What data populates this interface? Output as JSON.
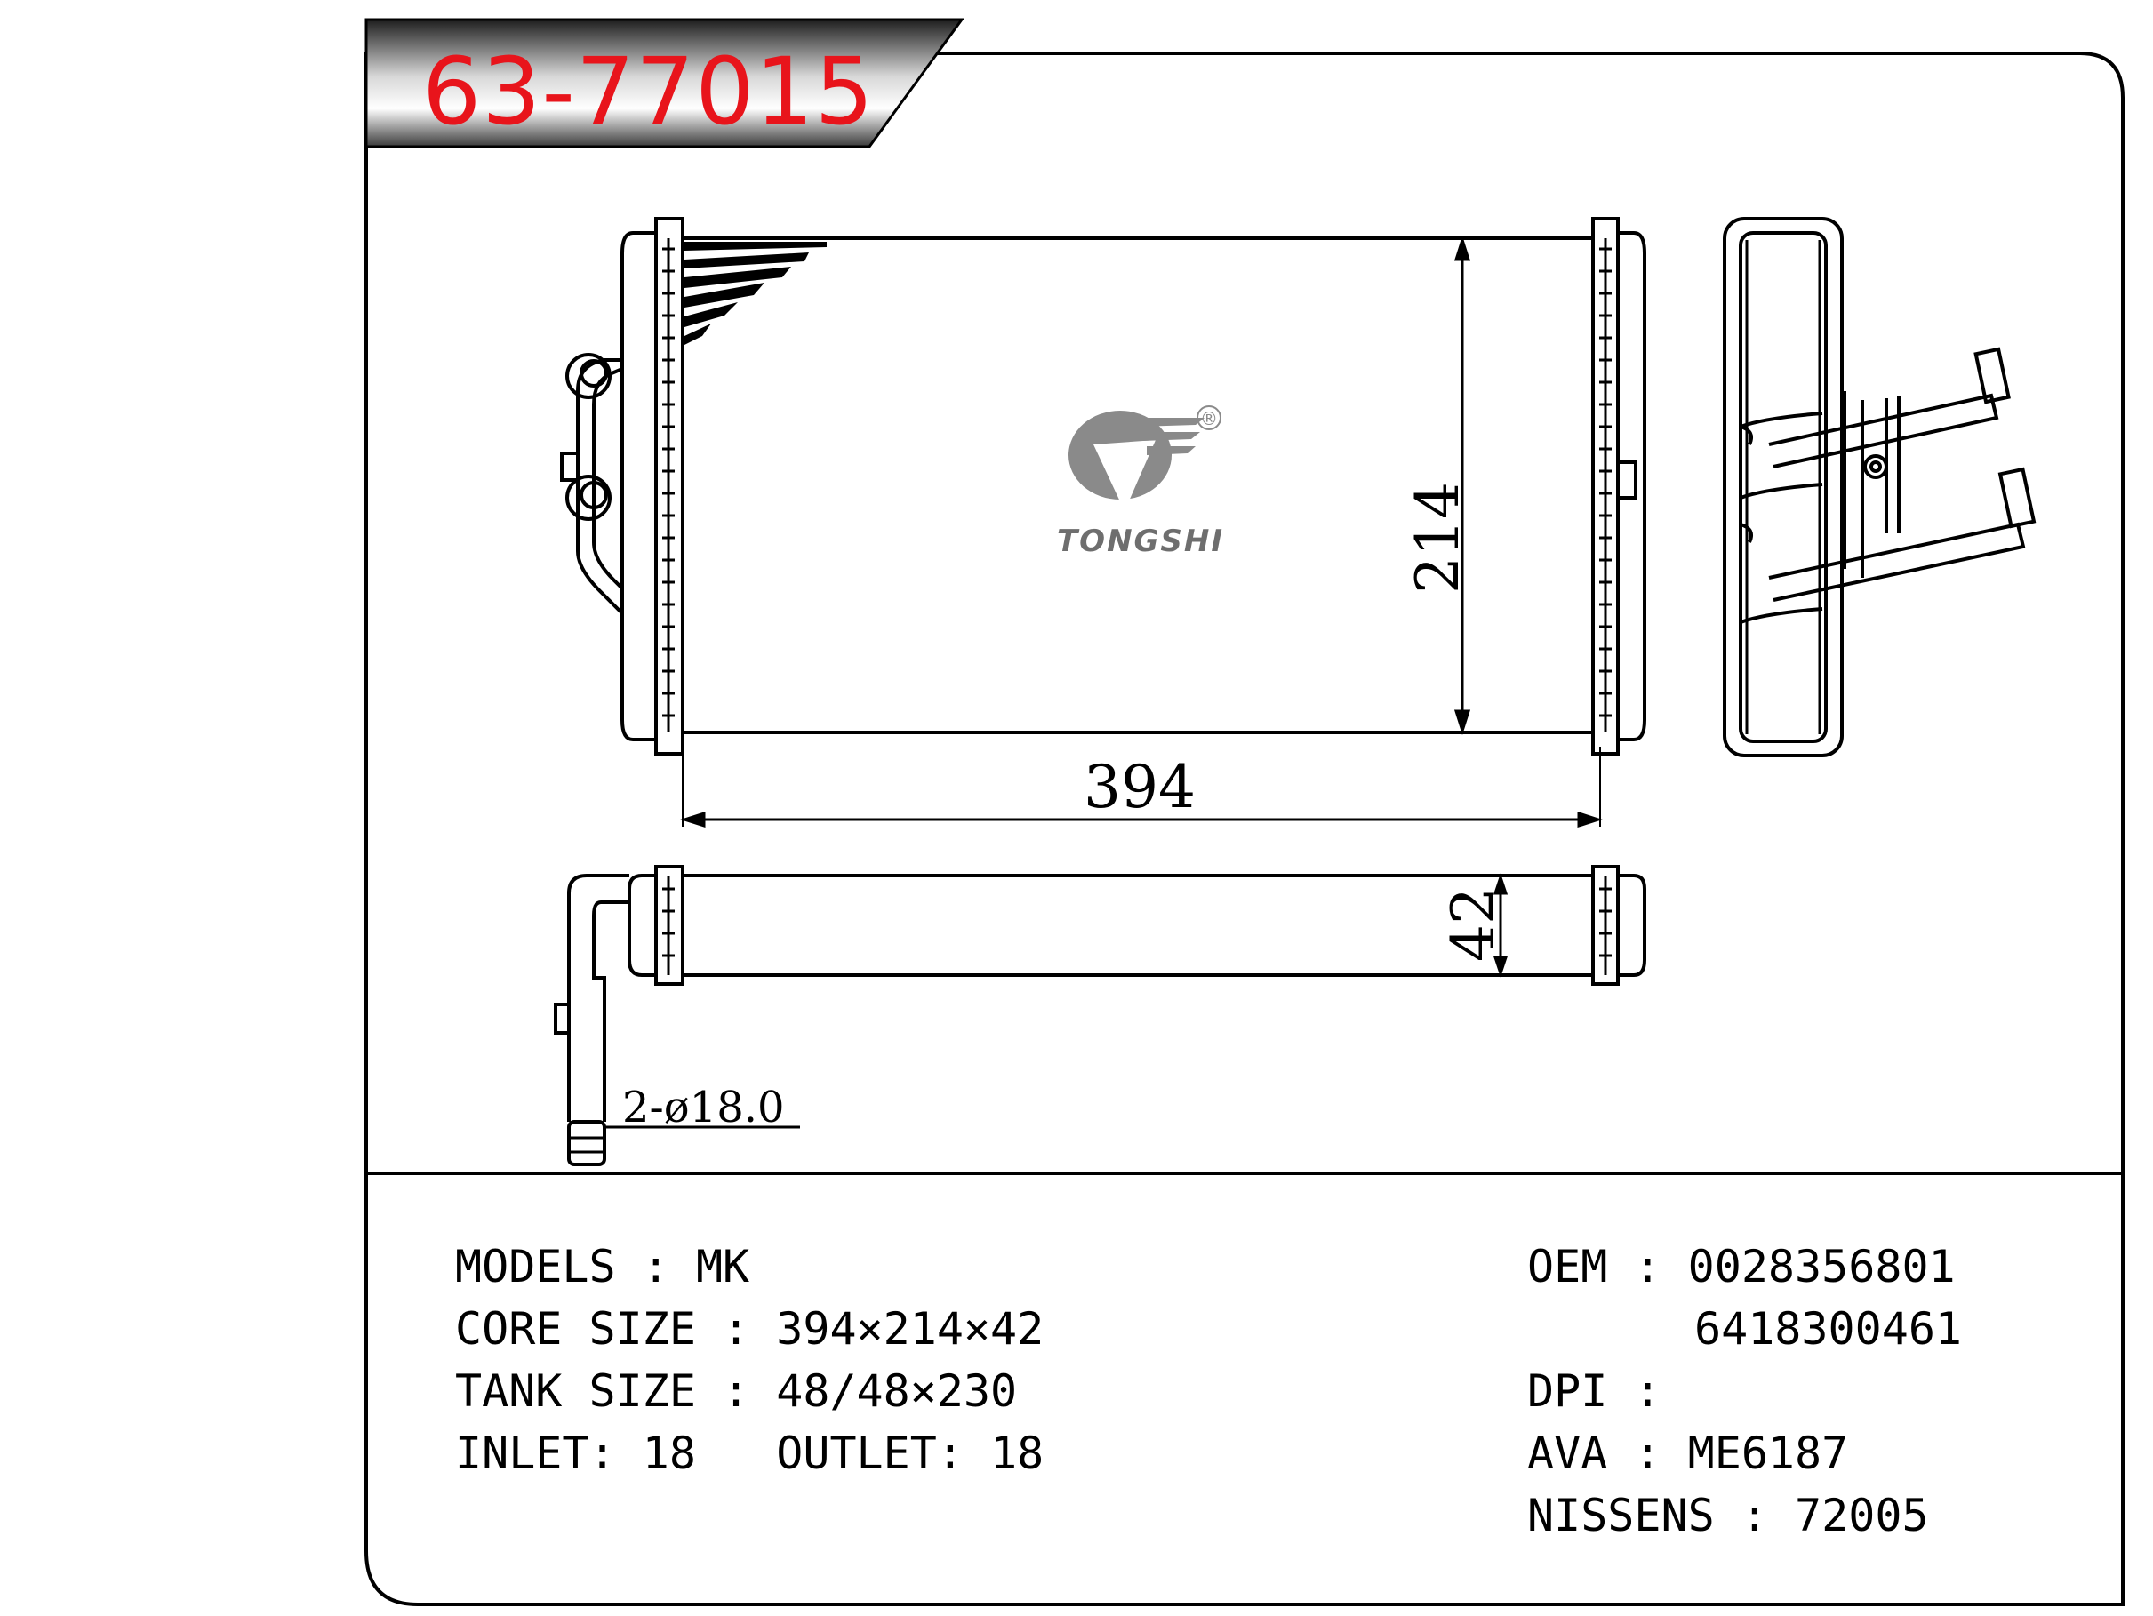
{
  "part_number": "63-77015",
  "brand": {
    "name": "TONGSHI",
    "registered_mark": "®"
  },
  "dimensions": {
    "height": "214",
    "width": "394",
    "depth": "42",
    "pipe": "2-ø18.0"
  },
  "specs_left": {
    "models_label": "MODELS : ",
    "models_value": "MK",
    "core_label": "CORE SIZE : ",
    "core_value": "394×214×42",
    "tank_label": "TANK SIZE : ",
    "tank_value": "48/48×230",
    "inlet_label": "INLET: ",
    "inlet_value": "18",
    "outlet_label": "OUTLET: ",
    "outlet_value": "18"
  },
  "specs_right": {
    "oem_label": "OEM : ",
    "oem_values": [
      "0028356801",
      "6418300461"
    ],
    "dpi_label": "DPI : ",
    "ava_label": "AVA : ",
    "ava_value": "ME6187",
    "nissens_label": "NISSENS : ",
    "nissens_value": "72005"
  }
}
